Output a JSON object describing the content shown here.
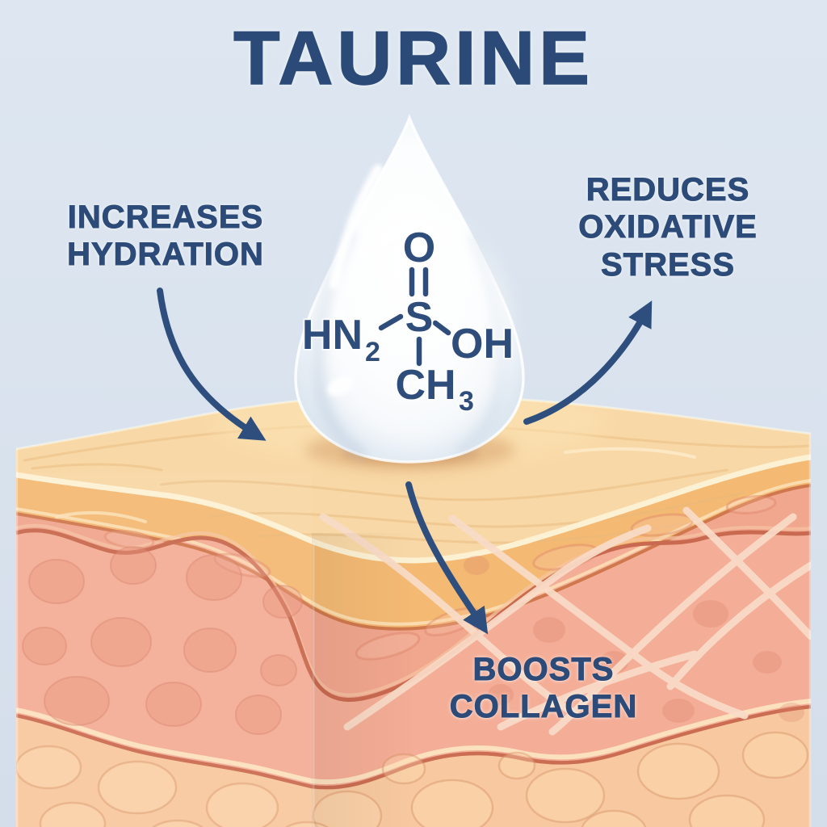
{
  "title": "TAURINE",
  "labels": {
    "hydration": {
      "line1": "INCREASES",
      "line2": "HYDRATION"
    },
    "oxidative": {
      "line1": "REDUCES",
      "line2": "OXIDATIVE",
      "line3": "STRESS"
    },
    "collagen": {
      "line1": "BOOSTS",
      "line2": "COLLAGEN"
    }
  },
  "molecule": {
    "oxygen": "O",
    "sulfur": "S",
    "amine": "HN",
    "amine_subscript": "2",
    "hydroxyl": "OH",
    "methyl": "CH",
    "methyl_subscript": "3"
  },
  "colors": {
    "background": "#dae3ee",
    "text_navy": "#2d4b78",
    "arrow_navy": "#2e4f7d",
    "skin_surface_tan": "#f8d8a6",
    "epidermis_orange": "#f4ba74",
    "dermis_upper_salmon": "#f1a68e",
    "dermis_deep_pink": "#f4ad96",
    "subcutis_peach": "#f8c9a0",
    "boundary_line": "#d0784d",
    "collagen_fiber": "#f9dcc8",
    "droplet_white": "#ffffff"
  }
}
